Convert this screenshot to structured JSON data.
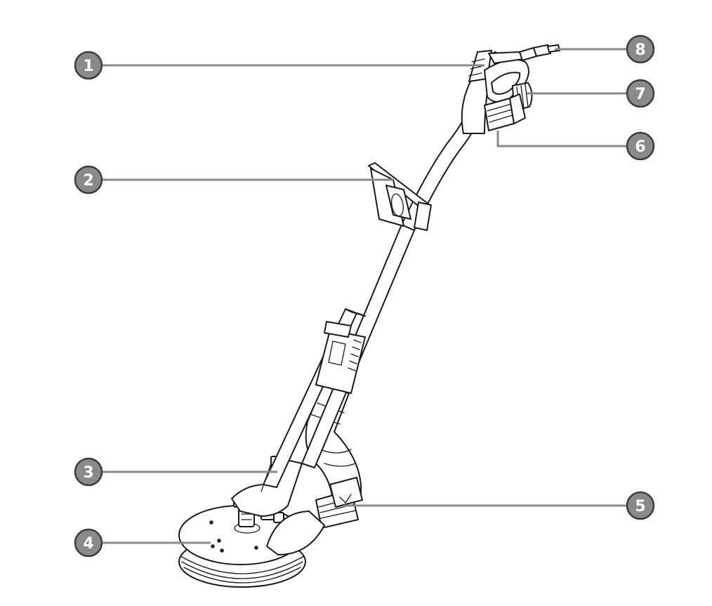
{
  "callouts": [
    {
      "number": "1"
    },
    {
      "number": "2"
    },
    {
      "number": "3"
    },
    {
      "number": "4"
    },
    {
      "number": "5"
    },
    {
      "number": "6"
    },
    {
      "number": "7"
    },
    {
      "number": "8"
    }
  ],
  "colors": {
    "callout_fill": "#8a8a8a",
    "callout_stroke": "#3c3c3c",
    "leader_line": "#8a8a8a",
    "ink": "#1a1a1a"
  }
}
